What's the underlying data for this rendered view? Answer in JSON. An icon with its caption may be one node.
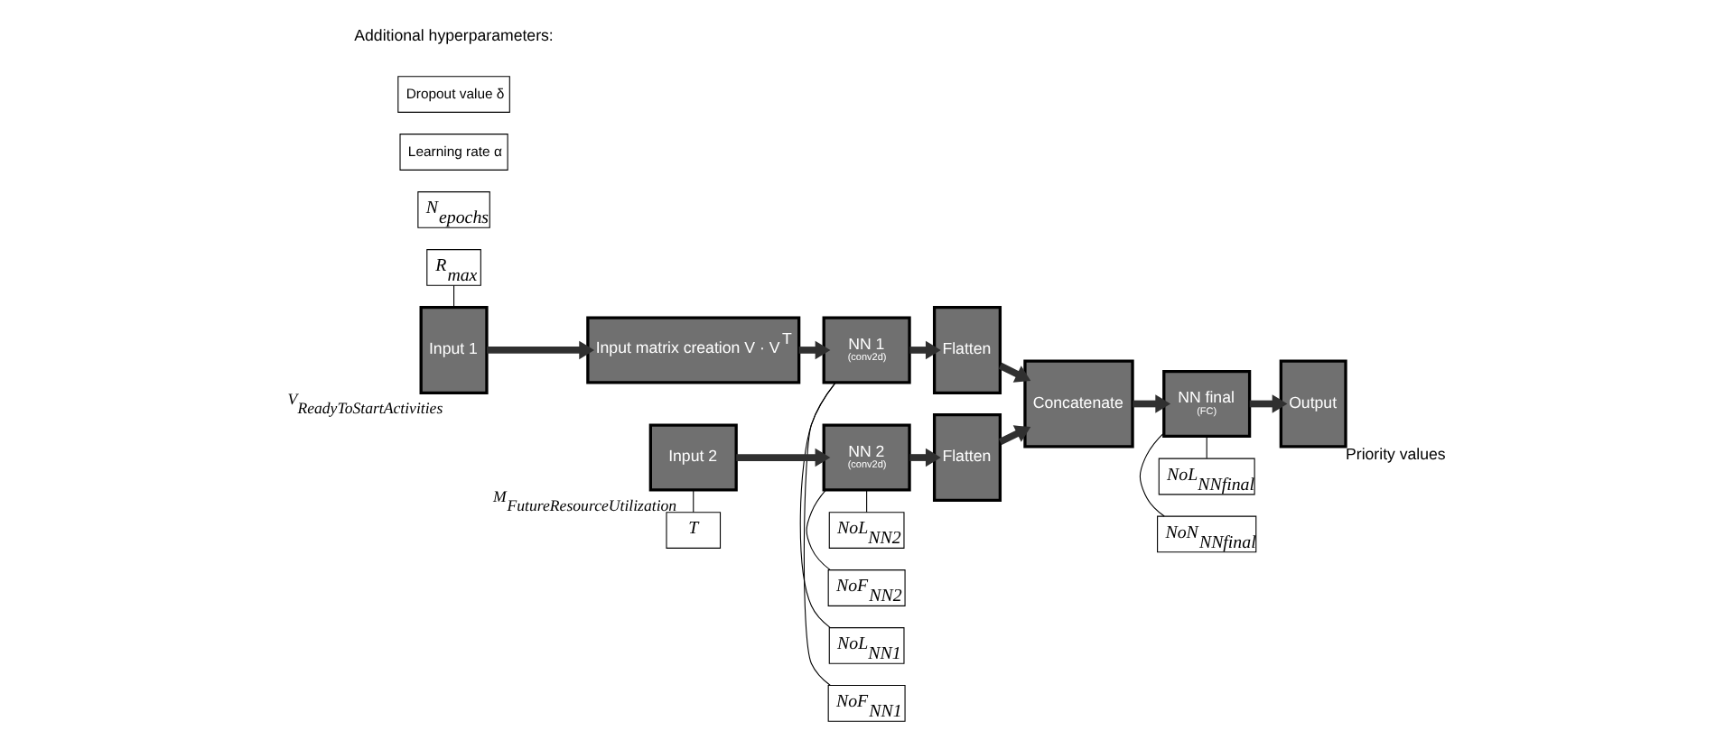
{
  "diagram": {
    "nodes": [
      {
        "text": [
          "R$_{max}$"
        ]
      },
      {
        "text": [
          "NoL$_{NN1}$"
        ]
      },
      {
        "text": [
          "NoF$_{NN1}$"
        ]
      },
      {
        "text": [
          "NoL$_{NNfinal}$"
        ]
      },
      {
        "text": [
          "NoN$_{NNfinal}$"
        ]
      },
      {
        "text": [
          "Input 1"
        ],
        "beside": [
          "V$_{ReadyToStartActivities}$"
        ]
      },
      {
        "text": [
          "Input matrix creation V · V$^{T}$"
        ]
      },
      {
        "text": [
          "NN 1",
          "(conv2d)"
        ]
      },
      {
        "text": [
          "Flatten"
        ]
      },
      {
        "text": [
          "Concatenate"
        ]
      },
      {
        "text": [
          "NN final",
          "(FC)"
        ]
      },
      {
        "text": [
          "Output"
        ],
        "beside": [
          "Priority values"
        ]
      },
      {
        "text": [
          "Input 2"
        ],
        "beside": [
          "M$_{FutureResourceUtilization}$"
        ]
      },
      {
        "text": [
          "NN 2",
          "(conv2d)"
        ]
      },
      {
        "text": [
          "Flatten"
        ]
      },
      {
        "text": [
          "T"
        ]
      },
      {
        "text": [
          "NoL$_{NN2}$"
        ]
      },
      {
        "text": [
          "NoF$_{NN2}$"
        ]
      },
      {
        "text": [
          "N$_{epochs}$"
        ]
      },
      {
        "text": [
          "Learning rate α"
        ]
      },
      {
        "text": [
          "Dropout value δ"
        ]
      }
    ],
    "edges": [
      {
        "from": 5,
        "to": 6,
        "arrow": "to"
      },
      {
        "from": 6,
        "to": 7,
        "arrow": "to"
      },
      {
        "from": 7,
        "to": 8,
        "arrow": "to"
      },
      {
        "from": 8,
        "to": 9,
        "arrow": "to"
      },
      {
        "from": 9,
        "to": 10,
        "arrow": "to"
      },
      {
        "from": 10,
        "to": 11,
        "arrow": "to"
      },
      {
        "from": 12,
        "to": 13,
        "arrow": "to"
      },
      {
        "from": 13,
        "to": 14,
        "arrow": "to"
      },
      {
        "from": 14,
        "to": 9,
        "arrow": "to"
      },
      {
        "from": 0,
        "to": 5,
        "arrow": "none"
      },
      {
        "from": 1,
        "to": 7,
        "arrow": "none"
      },
      {
        "from": 2,
        "to": 7,
        "arrow": "none"
      },
      {
        "from": 3,
        "to": 10,
        "arrow": "none"
      },
      {
        "from": 4,
        "to": 10,
        "arrow": "none"
      },
      {
        "from": 15,
        "to": 12,
        "arrow": "none"
      },
      {
        "from": 16,
        "to": 13,
        "arrow": "none"
      },
      {
        "from": 17,
        "to": 13,
        "arrow": "none"
      }
    ],
    "labels": [
      "Additional hyperparameters:"
    ]
  }
}
